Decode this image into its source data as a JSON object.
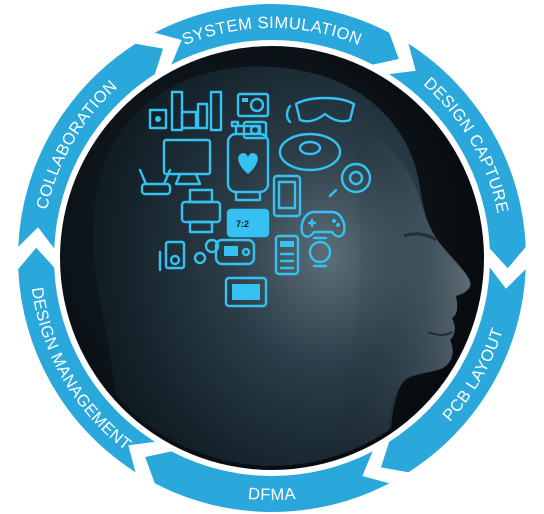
{
  "segments": [
    {
      "label": "SYSTEM SIMULATION"
    },
    {
      "label": "DESIGN CAPTURE"
    },
    {
      "label": "PCB LAYOUT"
    },
    {
      "label": "DFMA"
    },
    {
      "label": "DESIGN MANAGEMENT"
    },
    {
      "label": "COLLABORATION"
    }
  ],
  "icon_texts": {
    "watch_display": "7:2"
  },
  "colors": {
    "segment": "#2aa8dc",
    "icons": "#35c1f2",
    "head": "#1c2d38",
    "backdrop": "#0b1217"
  },
  "icons": [
    "speakers-icon",
    "action-camera-icon",
    "vr-headset-icon",
    "camera-icon",
    "monitor-icon",
    "smartwatch-icon",
    "robot-vacuum-icon",
    "router-icon",
    "printer-icon",
    "tablet-icon",
    "webcam-icon",
    "digital-clock-icon",
    "game-controller-icon",
    "music-player-icon",
    "thermostat-icon",
    "calculator-icon",
    "wristwatch-icon",
    "touch-screen-icon",
    "disc-player-icon"
  ]
}
